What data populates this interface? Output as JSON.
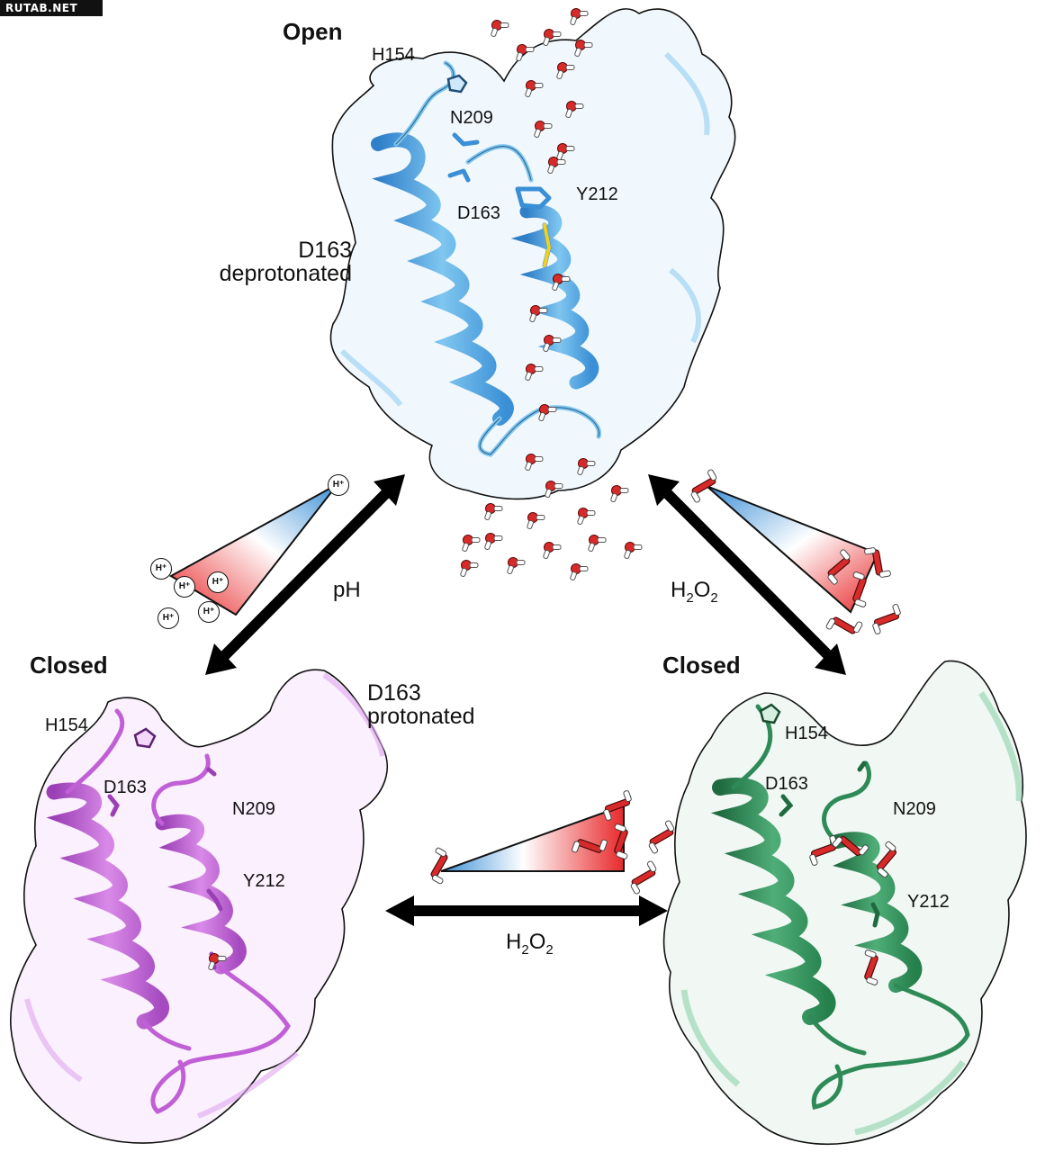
{
  "watermark": "RUTAB.NET",
  "structures": {
    "open": {
      "title": "Open",
      "state_line1": "D163",
      "state_line2": "deprotonated",
      "residues": {
        "h154": "H154",
        "n209": "N209",
        "d163": "D163",
        "y212": "Y212"
      },
      "color": "#5aaee0"
    },
    "closed_left": {
      "title": "Closed",
      "state_line1": "D163",
      "state_line2": "protonated",
      "residues": {
        "h154": "H154",
        "d163": "D163",
        "n209": "N209",
        "y212": "Y212"
      },
      "color": "#c05fd6"
    },
    "closed_right": {
      "title": "Closed",
      "residues": {
        "h154": "H154",
        "d163": "D163",
        "n209": "N209",
        "y212": "Y212"
      },
      "color": "#2e8b57"
    }
  },
  "arrows": {
    "ph": {
      "label": "pH",
      "proton_symbol": "H⁺"
    },
    "h2o2_right": {
      "label_main": "H",
      "label_sub1": "2",
      "label_mid": "O",
      "label_sub2": "2"
    },
    "h2o2_bottom": {
      "label_main": "H",
      "label_sub1": "2",
      "label_mid": "O",
      "label_sub2": "2"
    }
  },
  "colors": {
    "gradient_high": "#e8292b",
    "gradient_low": "#3a8fd6",
    "water_oxygen": "#d92a2a",
    "arrow": "#000000"
  }
}
